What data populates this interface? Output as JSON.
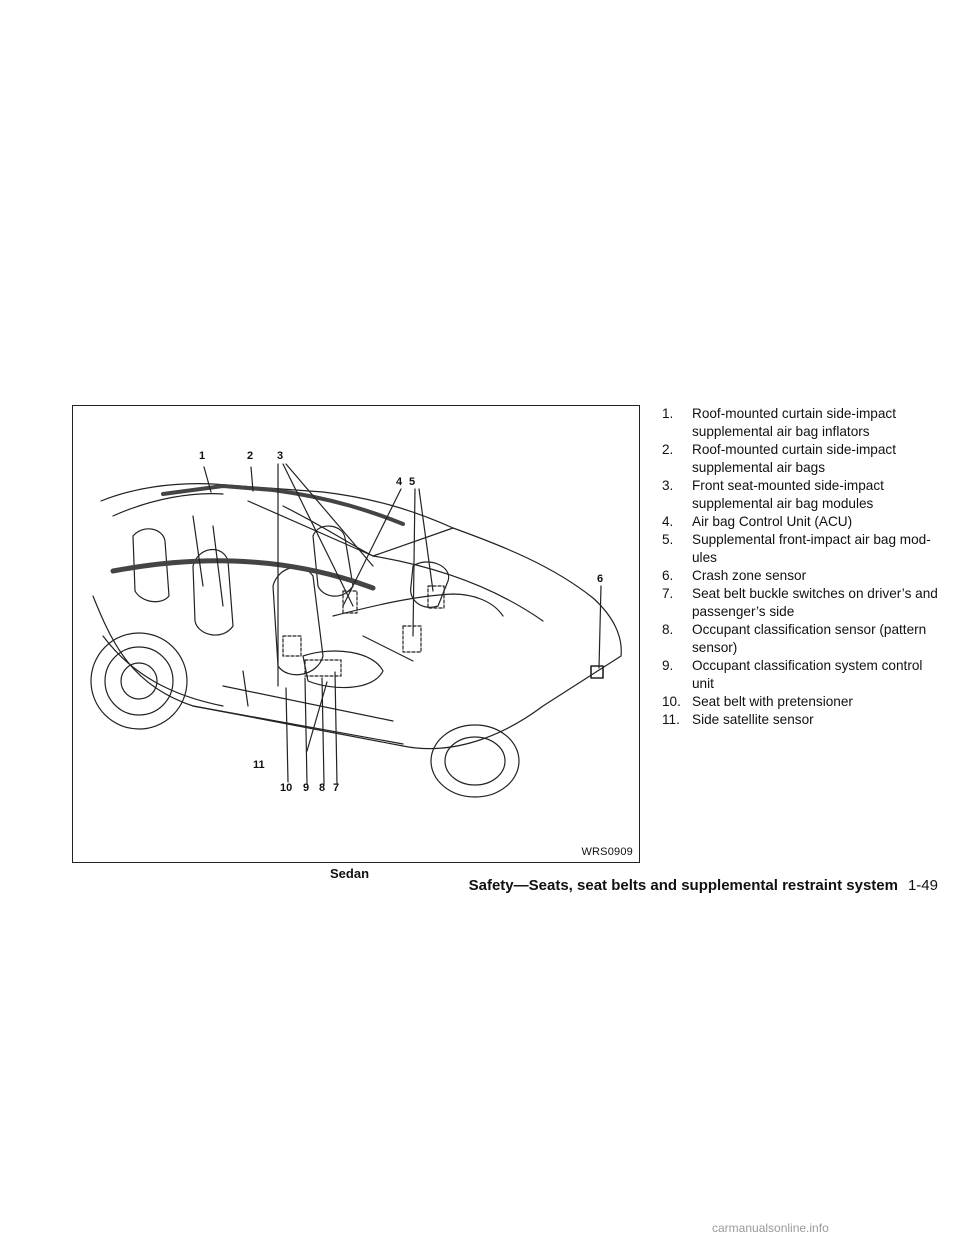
{
  "figure": {
    "code": "WRS0909",
    "caption": "Sedan",
    "callouts": [
      "1",
      "2",
      "3",
      "4",
      "5",
      "6",
      "7",
      "8",
      "9",
      "10",
      "11"
    ]
  },
  "legend": [
    {
      "num": "1.",
      "text": "Roof-mounted curtain side-impact supplemental air bag inflators"
    },
    {
      "num": "2.",
      "text": "Roof-mounted curtain side-impact supplemental air bags"
    },
    {
      "num": "3.",
      "text": "Front seat-mounted side-impact supplemental air bag modules"
    },
    {
      "num": "4.",
      "text": "Air bag Control Unit (ACU)"
    },
    {
      "num": "5.",
      "text": "Supplemental front-impact air bag mod-ules"
    },
    {
      "num": "6.",
      "text": "Crash zone sensor"
    },
    {
      "num": "7.",
      "text": "Seat belt buckle switches on driver’s and passenger’s side"
    },
    {
      "num": "8.",
      "text": "Occupant classification sensor (pattern sensor)"
    },
    {
      "num": "9.",
      "text": "Occupant classification system control unit"
    },
    {
      "num": "10.",
      "text": "Seat belt with pretensioner"
    },
    {
      "num": "11.",
      "text": "Side satellite sensor"
    }
  ],
  "footer": {
    "section_title": "Safety—Seats, seat belts and supplemental restraint system",
    "page_number": "1-49"
  },
  "watermark": "carmanualsonline.info"
}
